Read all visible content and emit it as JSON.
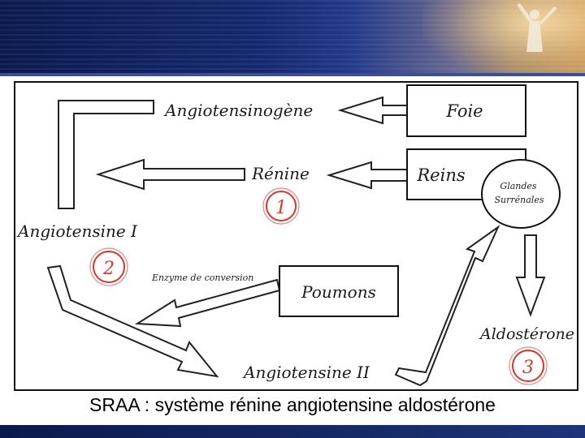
{
  "diagram": {
    "labels": {
      "angiotensinogene": "Angiotensinogène",
      "renine": "Rénine",
      "angiotensine_1": "Angiotensine I",
      "enzyme": "Enzyme de conversion",
      "angiotensine_2": "Angiotensine II",
      "aldosterone": "Aldostérone",
      "glandes_line1": "Glandes",
      "glandes_line2": "Surrénales"
    },
    "boxes": {
      "foie": "Foie",
      "reins": "Reins",
      "poumons": "Poumons"
    },
    "steps": [
      "1",
      "2",
      "3"
    ],
    "colors": {
      "step_circle": "#d9362f",
      "outline": "#111111"
    }
  },
  "caption": "SRAA : système rénine angiotensine aldostérone"
}
